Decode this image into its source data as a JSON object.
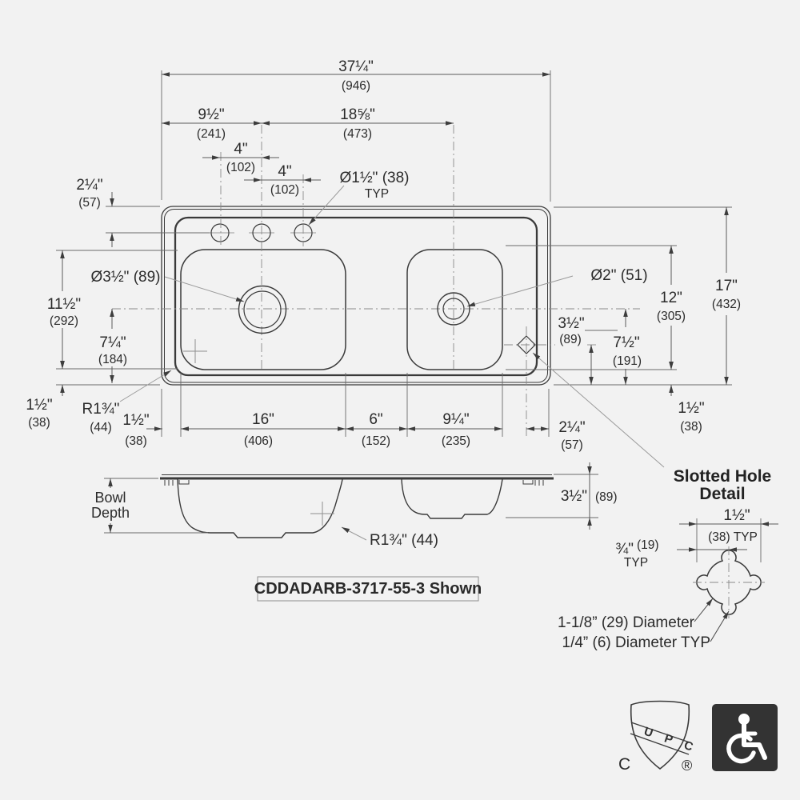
{
  "colors": {
    "background": "#f2f2f2",
    "outline": "#3a3a3a",
    "dimension_lines": "#5a5a5a",
    "icon_dark": "#333333",
    "icon_symbol": "#ffffff"
  },
  "model_box": {
    "label": "CDDADARB-3717-55-3 Shown"
  },
  "top_view": {
    "overall_width_in": "37¼\"",
    "overall_width_mm": "(946)",
    "left_to_center_hole_in": "9½\"",
    "left_to_center_hole_mm": "(241)",
    "center_hole_to_right_drain_in": "18⅝\"",
    "center_hole_to_right_drain_mm": "(473)",
    "hole_spacing_left_in": "4\"",
    "hole_spacing_left_mm": "(102)",
    "hole_spacing_right_in": "4\"",
    "hole_spacing_right_mm": "(102)",
    "faucet_hole_diameter": "Ø1½\" (38)",
    "faucet_hole_typ": "TYP",
    "back_to_hole_in": "2¼\"",
    "back_to_hole_mm": "(57)",
    "bowl_front_back_in": "11½\"",
    "bowl_front_back_mm": "(292)",
    "left_drain_to_front_in": "7¼\"",
    "left_drain_to_front_mm": "(184)",
    "left_bowl_to_rim_in": "1½\"",
    "left_bowl_to_rim_mm": "(38)",
    "corner_radius_in": "R1¾\"",
    "corner_radius_mm": "(44)",
    "left_drain_diameter": "Ø3½\" (89)",
    "right_drain_diameter": "Ø2\" (51)",
    "overall_depth_in": "17\"",
    "overall_depth_mm": "(432)",
    "right_bowl_front_back_in": "12\"",
    "right_bowl_front_back_mm": "(305)",
    "slot_to_front_in": "3½\"",
    "slot_to_front_mm": "(89)",
    "right_drain_to_front_in": "7½\"",
    "right_drain_to_front_mm": "(191)",
    "right_bowl_to_rim_in": "1½\"",
    "right_bowl_to_rim_mm": "(38)",
    "rim_to_left_bowl_in": "1½\"",
    "rim_to_left_bowl_mm": "(38)",
    "left_bowl_width_in": "16\"",
    "left_bowl_width_mm": "(406)",
    "between_bowls_in": "6\"",
    "between_bowls_mm": "(152)",
    "right_bowl_width_in": "9¼\"",
    "right_bowl_width_mm": "(235)",
    "slot_to_right_edge_in": "2¼\"",
    "slot_to_right_edge_mm": "(57)"
  },
  "side_view": {
    "bowl_depth_label_line1": "Bowl",
    "bowl_depth_label_line2": "Depth",
    "right_bowl_depth_in": "3½\"",
    "right_bowl_depth_mm": "(89)",
    "bowl_radius": "R1¾\" (44)"
  },
  "slot_detail": {
    "title_line1": "Slotted Hole",
    "title_line2": "Detail",
    "slot_width_in": "1½\"",
    "slot_width_mm": "(38) TYP",
    "slot_half_in": "¾\"",
    "slot_half_mm": "(19)",
    "slot_half_typ": "TYP",
    "large_diameter": "1-1/8” (29) Diameter",
    "small_diameter": "1/4” (6) Diameter TYP"
  },
  "certifications": {
    "upc_letters": "U P C",
    "upc_c": "C",
    "upc_r": "®"
  }
}
